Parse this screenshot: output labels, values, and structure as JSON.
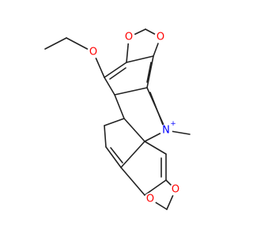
{
  "molecule": {
    "colors": {
      "oxygen": "#ff0000",
      "nitrogen": "#0000ff",
      "bond": "#222222",
      "background": "#ffffff"
    },
    "atom_labels": {
      "o_top_left": "O",
      "o_top_right": "O",
      "o_ethoxy": "O",
      "o_bottom_right": "O",
      "o_bottom_left": "O",
      "n_ring": "N",
      "n_charge": "+"
    }
  }
}
